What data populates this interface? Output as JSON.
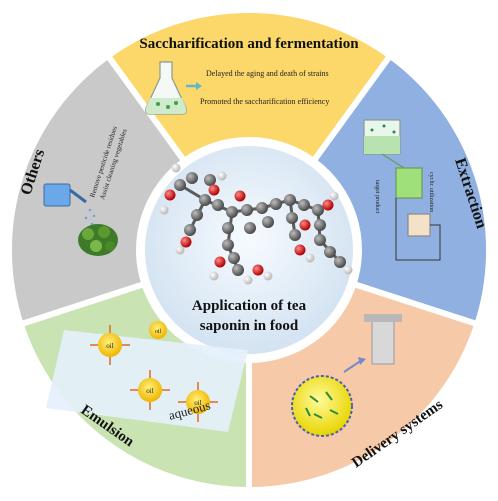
{
  "center": {
    "line1": "Application of tea",
    "line2": "saponin in food"
  },
  "segments": {
    "saccharification": {
      "title": "Saccharification and fermentation",
      "note1": "Delayed the aging and death of strains",
      "note2": "Promoted the saccharification efficiency",
      "color": "#fcd86a"
    },
    "extraction": {
      "title": "Extraction",
      "tag_left": "target product",
      "tag_right": "cyclic utilization",
      "color": "#8fb0e0"
    },
    "delivery": {
      "title": "Delivery systems",
      "color": "#f6c9a8"
    },
    "emulsion": {
      "title": "Emulsion",
      "droplet1": "oil",
      "droplet2": "oil",
      "droplet3": "oil",
      "droplet4": "oil",
      "phase": "aqueous",
      "color": "#c9e3b2"
    },
    "others": {
      "title": "Others",
      "note1": "Remove pesticide residues",
      "note2": "Assist cleaning vegetables",
      "color": "#c9c9c9"
    }
  },
  "icons": [
    "flask-icon",
    "beaker-icon",
    "molecule-icon",
    "watering-can-icon",
    "grinder-icon"
  ]
}
